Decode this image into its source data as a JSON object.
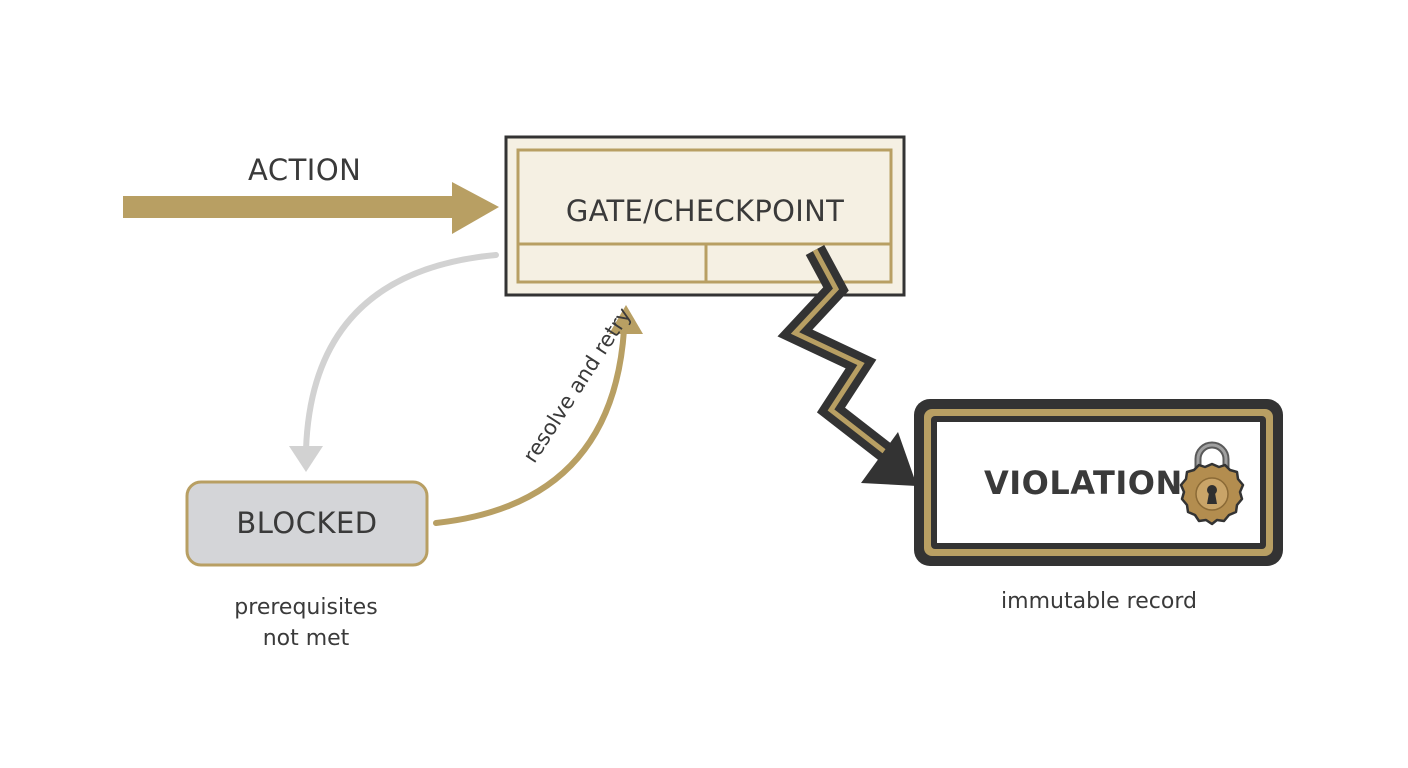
{
  "diagram": {
    "action_label": "ACTION",
    "gate_label": "GATE/CHECKPOINT",
    "blocked_label": "BLOCKED",
    "blocked_note_line1": "prerequisites",
    "blocked_note_line2": "not met",
    "retry_label": "resolve and retry",
    "violation_label": "VIOLATION",
    "violation_note": "immutable record"
  },
  "colors": {
    "gold": "#b89f63",
    "dark": "#333333",
    "gate_fill": "#f5f0e3",
    "blocked_fill": "#d4d5d8",
    "light_gray": "#d2d2d2",
    "text": "#3a3a3a"
  },
  "icons": {
    "lock": "padlock-icon"
  }
}
